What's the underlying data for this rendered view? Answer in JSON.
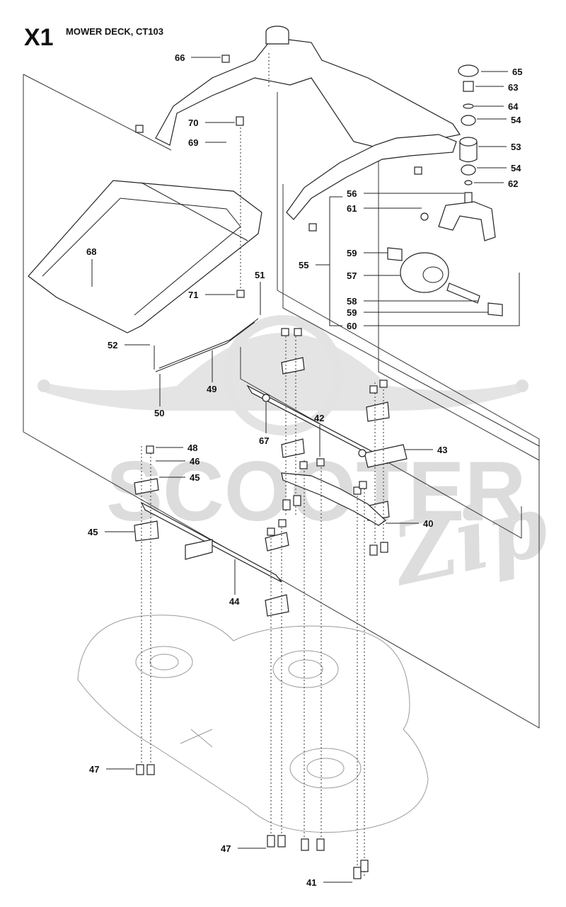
{
  "header": {
    "code": "X1",
    "title": "MOWER DECK, CT103"
  },
  "watermark": {
    "brand": "SCOOTER",
    "script": "Zip"
  },
  "callouts": [
    {
      "id": "66",
      "text": "66"
    },
    {
      "id": "65",
      "text": "65"
    },
    {
      "id": "63",
      "text": "63"
    },
    {
      "id": "64",
      "text": "64"
    },
    {
      "id": "54a",
      "text": "54"
    },
    {
      "id": "70",
      "text": "70"
    },
    {
      "id": "53",
      "text": "53"
    },
    {
      "id": "69",
      "text": "69"
    },
    {
      "id": "54b",
      "text": "54"
    },
    {
      "id": "62",
      "text": "62"
    },
    {
      "id": "56",
      "text": "56"
    },
    {
      "id": "61",
      "text": "61"
    },
    {
      "id": "68",
      "text": "68"
    },
    {
      "id": "59a",
      "text": "59"
    },
    {
      "id": "55",
      "text": "55"
    },
    {
      "id": "57",
      "text": "57"
    },
    {
      "id": "71",
      "text": "71"
    },
    {
      "id": "51",
      "text": "51"
    },
    {
      "id": "58",
      "text": "58"
    },
    {
      "id": "59b",
      "text": "59"
    },
    {
      "id": "60",
      "text": "60"
    },
    {
      "id": "52",
      "text": "52"
    },
    {
      "id": "49",
      "text": "49"
    },
    {
      "id": "50",
      "text": "50"
    },
    {
      "id": "67",
      "text": "67"
    },
    {
      "id": "42",
      "text": "42"
    },
    {
      "id": "43",
      "text": "43"
    },
    {
      "id": "48",
      "text": "48"
    },
    {
      "id": "46",
      "text": "46"
    },
    {
      "id": "45a",
      "text": "45"
    },
    {
      "id": "40",
      "text": "40"
    },
    {
      "id": "45b",
      "text": "45"
    },
    {
      "id": "44",
      "text": "44"
    },
    {
      "id": "47a",
      "text": "47"
    },
    {
      "id": "47b",
      "text": "47"
    },
    {
      "id": "41",
      "text": "41"
    }
  ]
}
